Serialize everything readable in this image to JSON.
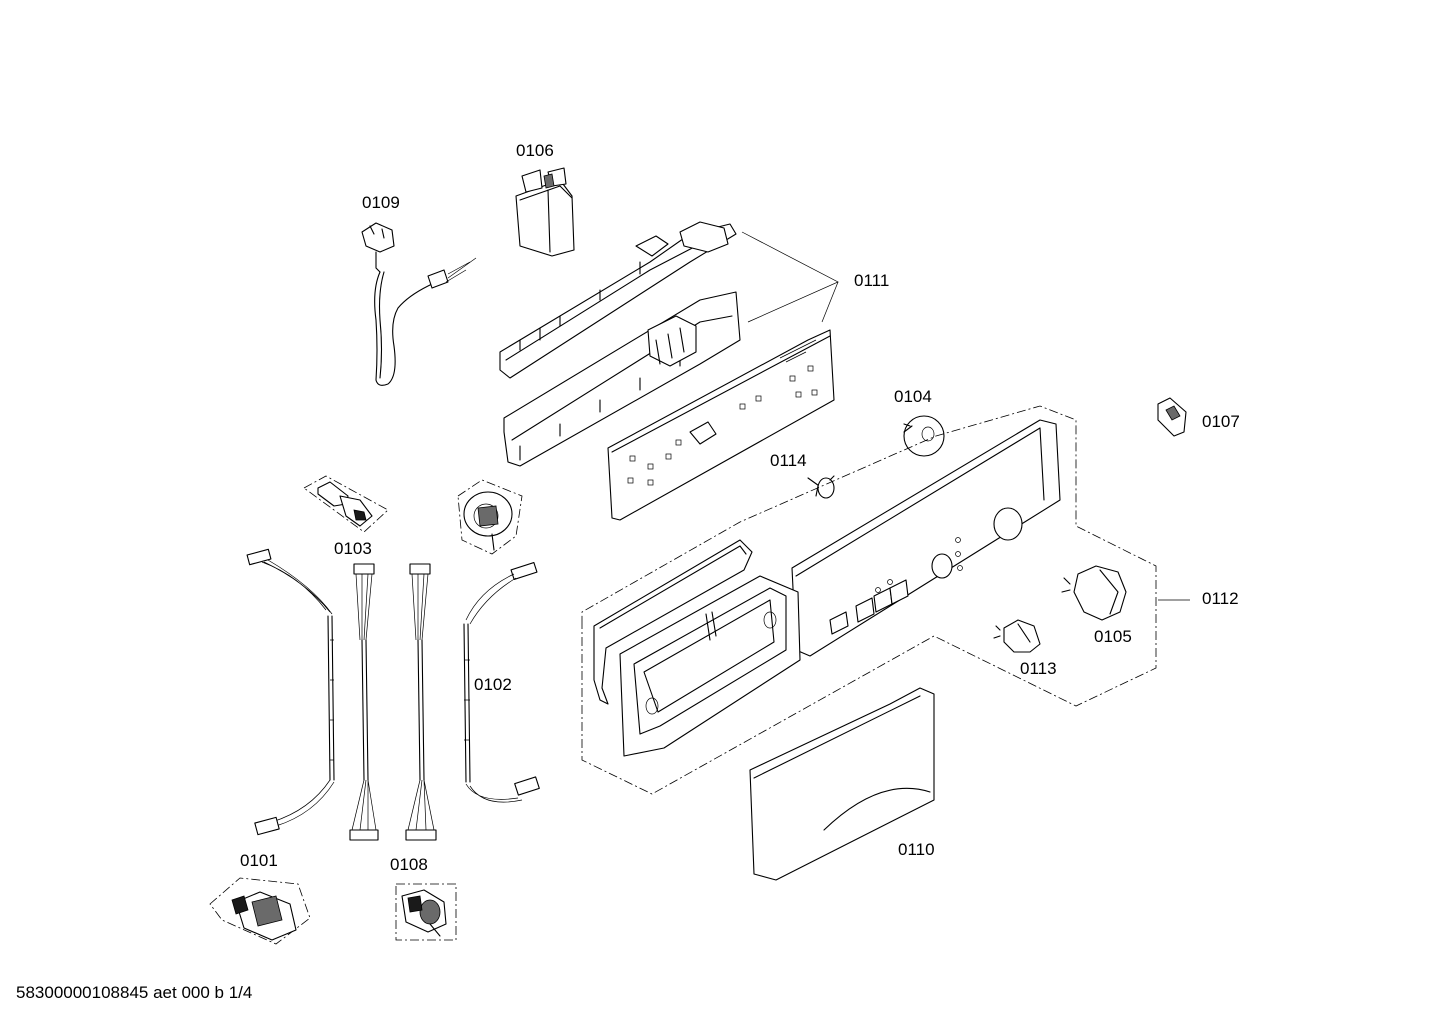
{
  "parts": [
    {
      "id": "0101",
      "label": "0101"
    },
    {
      "id": "0102",
      "label": "0102"
    },
    {
      "id": "0103",
      "label": "0103"
    },
    {
      "id": "0104",
      "label": "0104"
    },
    {
      "id": "0105",
      "label": "0105"
    },
    {
      "id": "0106",
      "label": "0106"
    },
    {
      "id": "0107",
      "label": "0107"
    },
    {
      "id": "0108",
      "label": "0108"
    },
    {
      "id": "0109",
      "label": "0109"
    },
    {
      "id": "0110",
      "label": "0110"
    },
    {
      "id": "0111",
      "label": "0111"
    },
    {
      "id": "0112",
      "label": "0112"
    },
    {
      "id": "0113",
      "label": "0113"
    },
    {
      "id": "0114",
      "label": "0114"
    }
  ],
  "footer": {
    "code": "58300000108845 aet 000 b 1/4"
  }
}
